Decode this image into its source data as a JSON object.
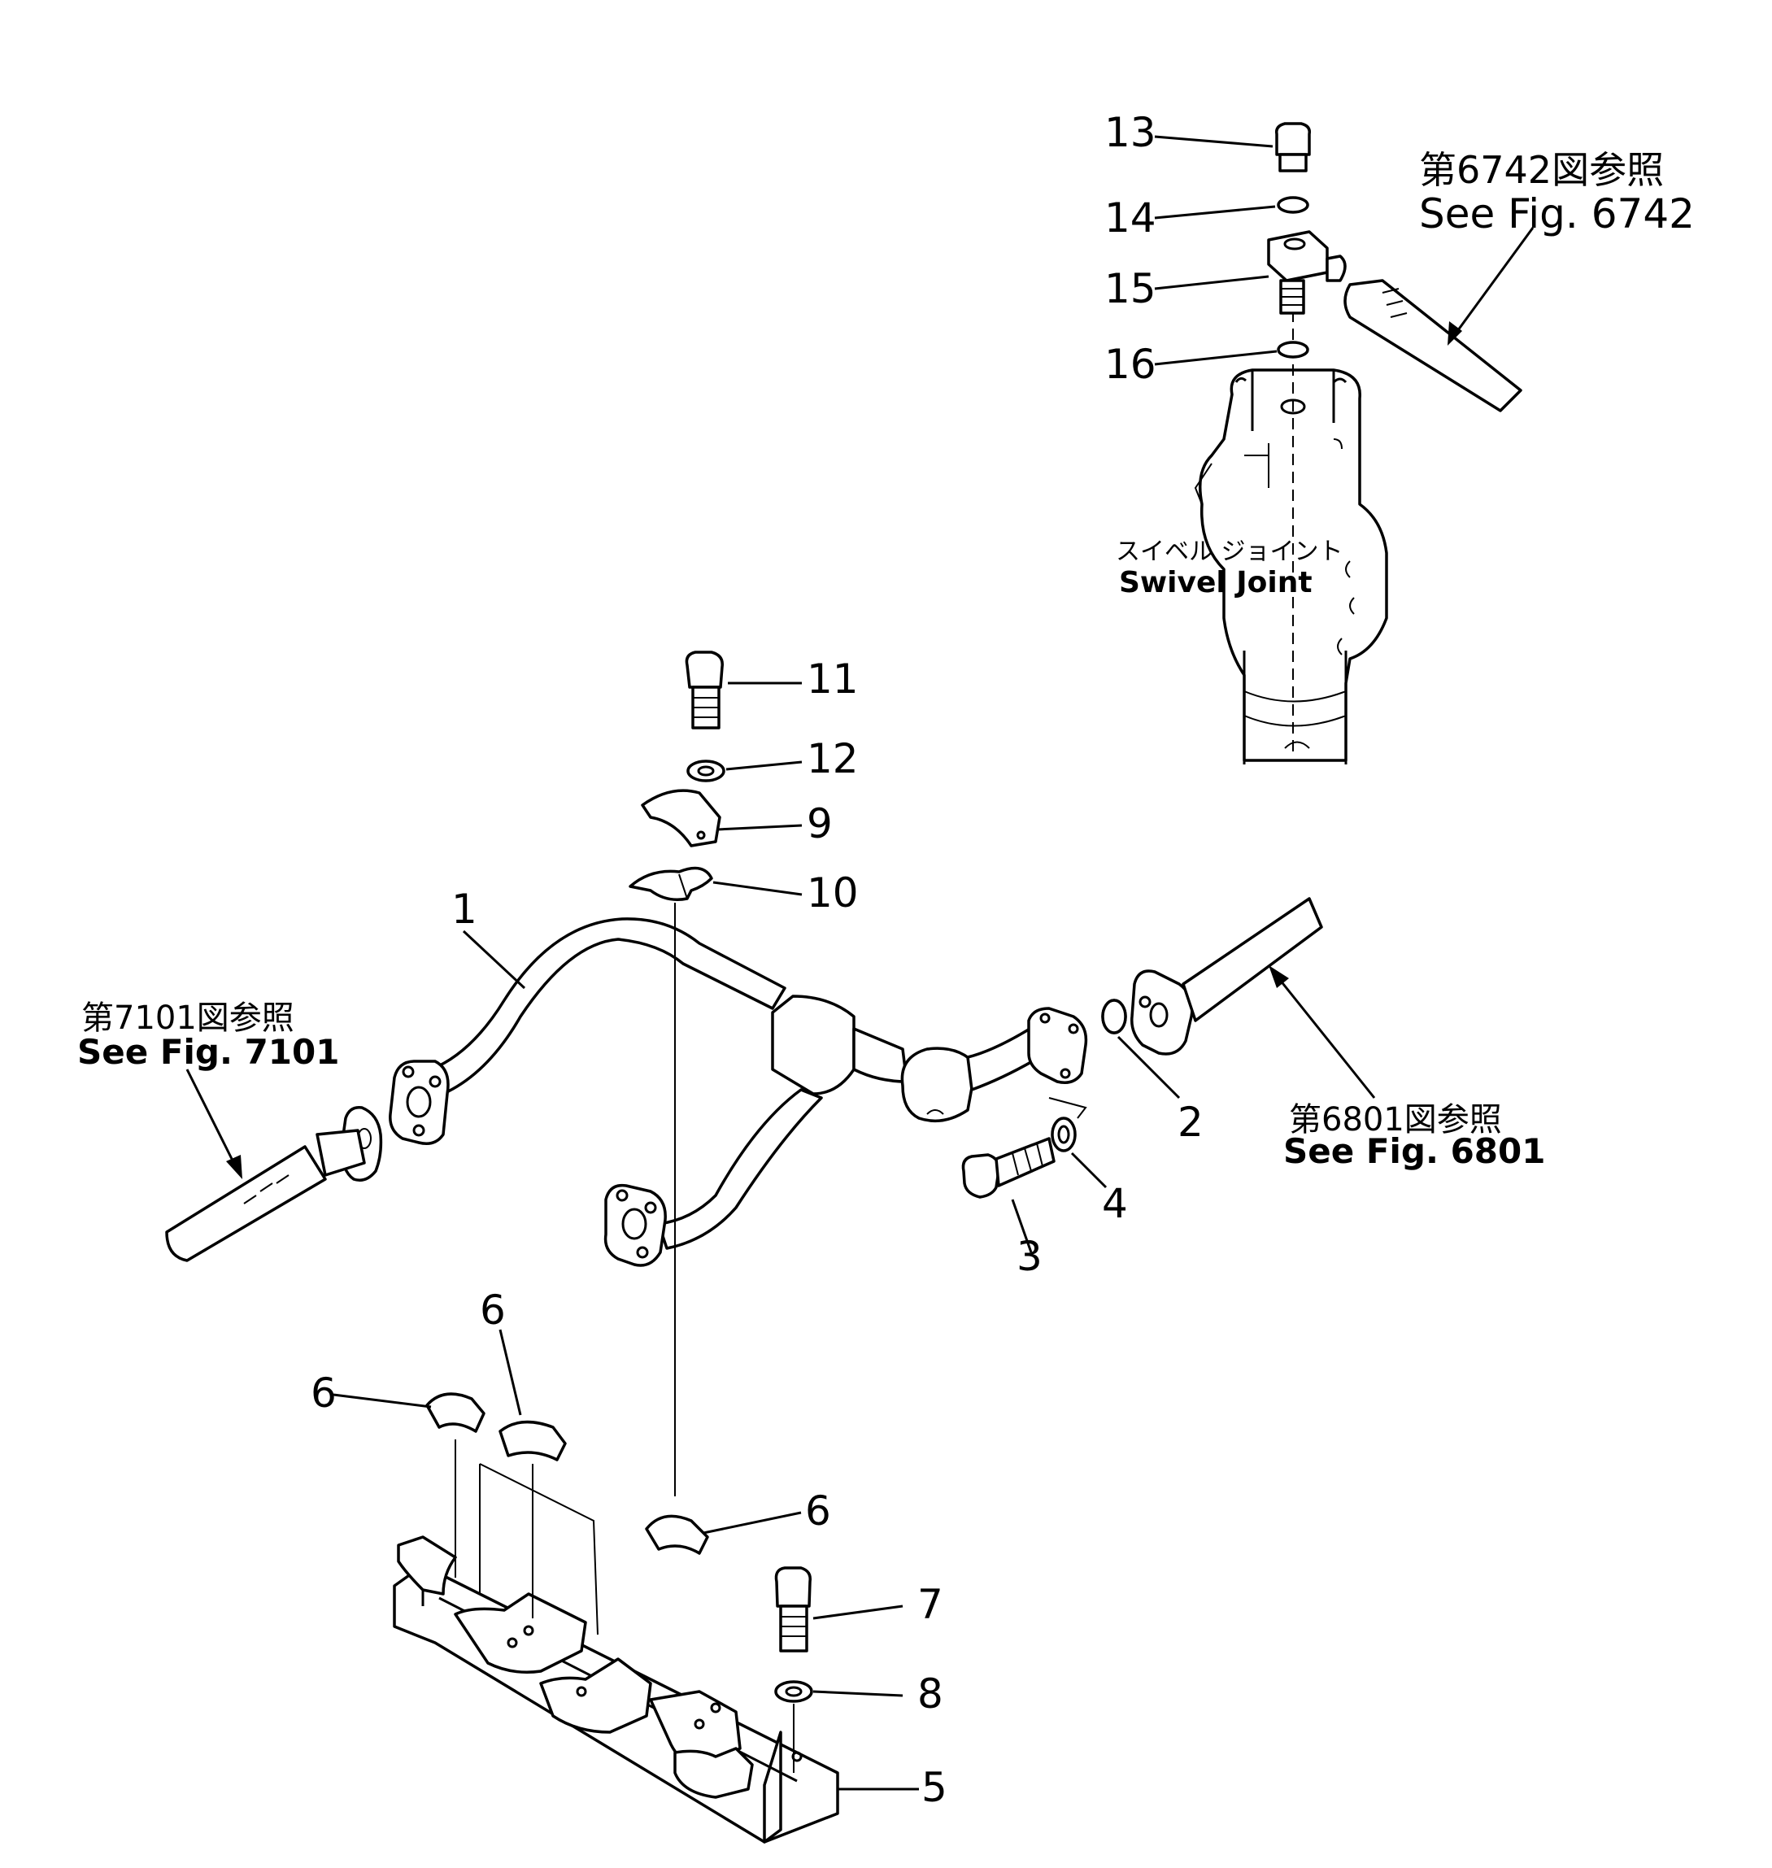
{
  "callouts": {
    "c1": "1",
    "c2": "2",
    "c3": "3",
    "c4": "4",
    "c5": "5",
    "c6a": "6",
    "c6b": "6",
    "c6c": "6",
    "c7": "7",
    "c8": "8",
    "c9": "9",
    "c10": "10",
    "c11": "11",
    "c12": "12",
    "c13": "13",
    "c14": "14",
    "c15": "15",
    "c16": "16"
  },
  "references": {
    "fig6742": {
      "jp": "第6742図参照",
      "en": "See  Fig.  6742"
    },
    "fig7101": {
      "jp": "第7101図参照",
      "en": "See Fig. 7101"
    },
    "fig6801": {
      "jp": "第6801図参照",
      "en": "See Fig. 6801"
    }
  },
  "swivel_joint": {
    "jp": "スイベル ジョイント",
    "en": "Swivel  Joint"
  }
}
